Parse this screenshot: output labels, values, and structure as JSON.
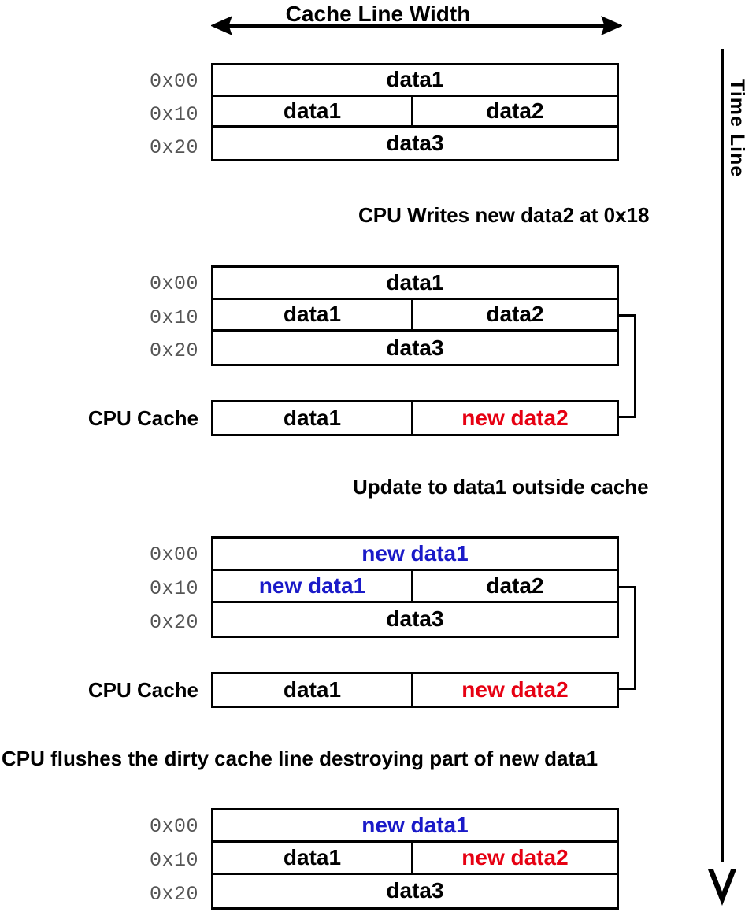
{
  "diagram": {
    "title": "Cache Line Width",
    "timeline_label": "Time Line",
    "cpu_cache_label": "CPU Cache",
    "addresses": {
      "a0": "0x00",
      "a1": "0x10",
      "a2": "0x20"
    },
    "colors": {
      "black": "#000000",
      "red": "#e60012",
      "blue": "#1a1ac8",
      "address_gray": "#555555",
      "background": "#ffffff"
    },
    "icons": {
      "left_arrow": "left-arrow-icon",
      "right_arrow": "right-arrow-icon",
      "down_arrow": "down-arrow-icon",
      "bracket": "bracket-connector-icon"
    }
  },
  "steps": [
    {
      "id": "step-1",
      "memory": {
        "rows": [
          {
            "addr": "0x00",
            "cells": [
              {
                "text": "data1",
                "color": "black",
                "span": "full"
              }
            ]
          },
          {
            "addr": "0x10",
            "cells": [
              {
                "text": "data1",
                "color": "black",
                "span": "left"
              },
              {
                "text": "data2",
                "color": "black",
                "span": "right"
              }
            ]
          },
          {
            "addr": "0x20",
            "cells": [
              {
                "text": "data3",
                "color": "black",
                "span": "full"
              }
            ]
          }
        ]
      },
      "cache": null,
      "caption": "CPU Writes new data2 at 0x18"
    },
    {
      "id": "step-2",
      "memory": {
        "rows": [
          {
            "addr": "0x00",
            "cells": [
              {
                "text": "data1",
                "color": "black",
                "span": "full"
              }
            ]
          },
          {
            "addr": "0x10",
            "cells": [
              {
                "text": "data1",
                "color": "black",
                "span": "left"
              },
              {
                "text": "data2",
                "color": "black",
                "span": "right"
              }
            ]
          },
          {
            "addr": "0x20",
            "cells": [
              {
                "text": "data3",
                "color": "black",
                "span": "full"
              }
            ]
          }
        ]
      },
      "cache": {
        "label": "CPU Cache",
        "cells": [
          {
            "text": "data1",
            "color": "black",
            "span": "left"
          },
          {
            "text": "new data2",
            "color": "red",
            "span": "right"
          }
        ]
      },
      "caption": "Update to data1 outside cache"
    },
    {
      "id": "step-3",
      "memory": {
        "rows": [
          {
            "addr": "0x00",
            "cells": [
              {
                "text": "new data1",
                "color": "blue",
                "span": "full"
              }
            ]
          },
          {
            "addr": "0x10",
            "cells": [
              {
                "text": "new data1",
                "color": "blue",
                "span": "left"
              },
              {
                "text": "data2",
                "color": "black",
                "span": "right"
              }
            ]
          },
          {
            "addr": "0x20",
            "cells": [
              {
                "text": "data3",
                "color": "black",
                "span": "full"
              }
            ]
          }
        ]
      },
      "cache": {
        "label": "CPU Cache",
        "cells": [
          {
            "text": "data1",
            "color": "black",
            "span": "left"
          },
          {
            "text": "new data2",
            "color": "red",
            "span": "right"
          }
        ]
      },
      "caption": "CPU flushes the dirty cache line destroying part of new data1"
    },
    {
      "id": "step-4",
      "memory": {
        "rows": [
          {
            "addr": "0x00",
            "cells": [
              {
                "text": "new data1",
                "color": "blue",
                "span": "full"
              }
            ]
          },
          {
            "addr": "0x10",
            "cells": [
              {
                "text": "data1",
                "color": "black",
                "span": "left"
              },
              {
                "text": "new data2",
                "color": "red",
                "span": "right"
              }
            ]
          },
          {
            "addr": "0x20",
            "cells": [
              {
                "text": "data3",
                "color": "black",
                "span": "full"
              }
            ]
          }
        ]
      },
      "cache": null,
      "caption": null
    }
  ]
}
